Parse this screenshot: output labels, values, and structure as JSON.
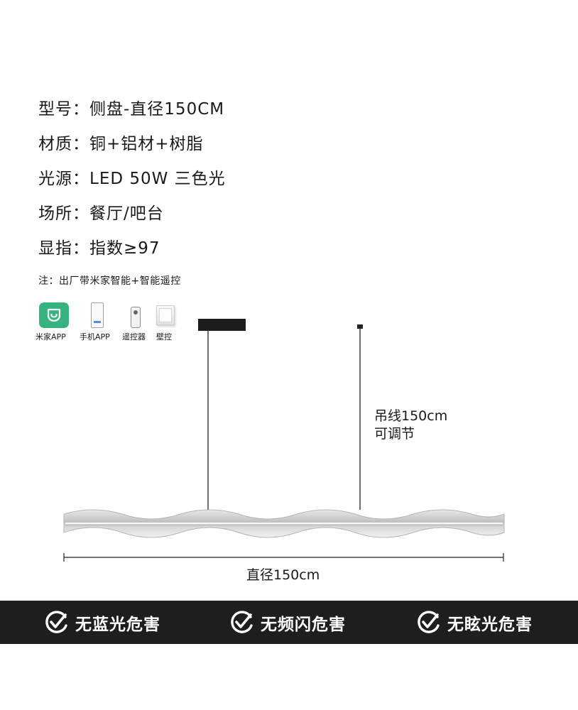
{
  "specs": [
    {
      "label": "型号：",
      "value": "侧盘-直径150CM"
    },
    {
      "label": "材质：",
      "value": "铜+铝材+树脂"
    },
    {
      "label": "光源：",
      "value": "LED 50W 三色光"
    },
    {
      "label": "场所：",
      "value": "餐厅/吧台"
    },
    {
      "label": "显指：",
      "value": "指数≥97"
    }
  ],
  "note": "注：出厂带米家智能+智能遥控",
  "controls": [
    {
      "icon": "mijia-app-icon",
      "label": "米家APP"
    },
    {
      "icon": "phone-app-icon",
      "label": "手机APP"
    },
    {
      "icon": "remote-control-icon",
      "label": "遥控器"
    },
    {
      "icon": "wall-switch-icon",
      "label": "壁控"
    }
  ],
  "drawing": {
    "hanging_wire_label_line1": "吊线150cm",
    "hanging_wire_label_line2": "可调节",
    "diameter_label": "直径150cm"
  },
  "badges": [
    {
      "icon": "check-shield-icon",
      "label": "无蓝光危害"
    },
    {
      "icon": "check-shield-icon",
      "label": "无频闪危害"
    },
    {
      "icon": "check-shield-icon",
      "label": "无眩光危害"
    }
  ],
  "colors": {
    "banner_bg": "#1e1e1e",
    "mijia_green": "#36b37e",
    "text": "#1a1a1a"
  }
}
